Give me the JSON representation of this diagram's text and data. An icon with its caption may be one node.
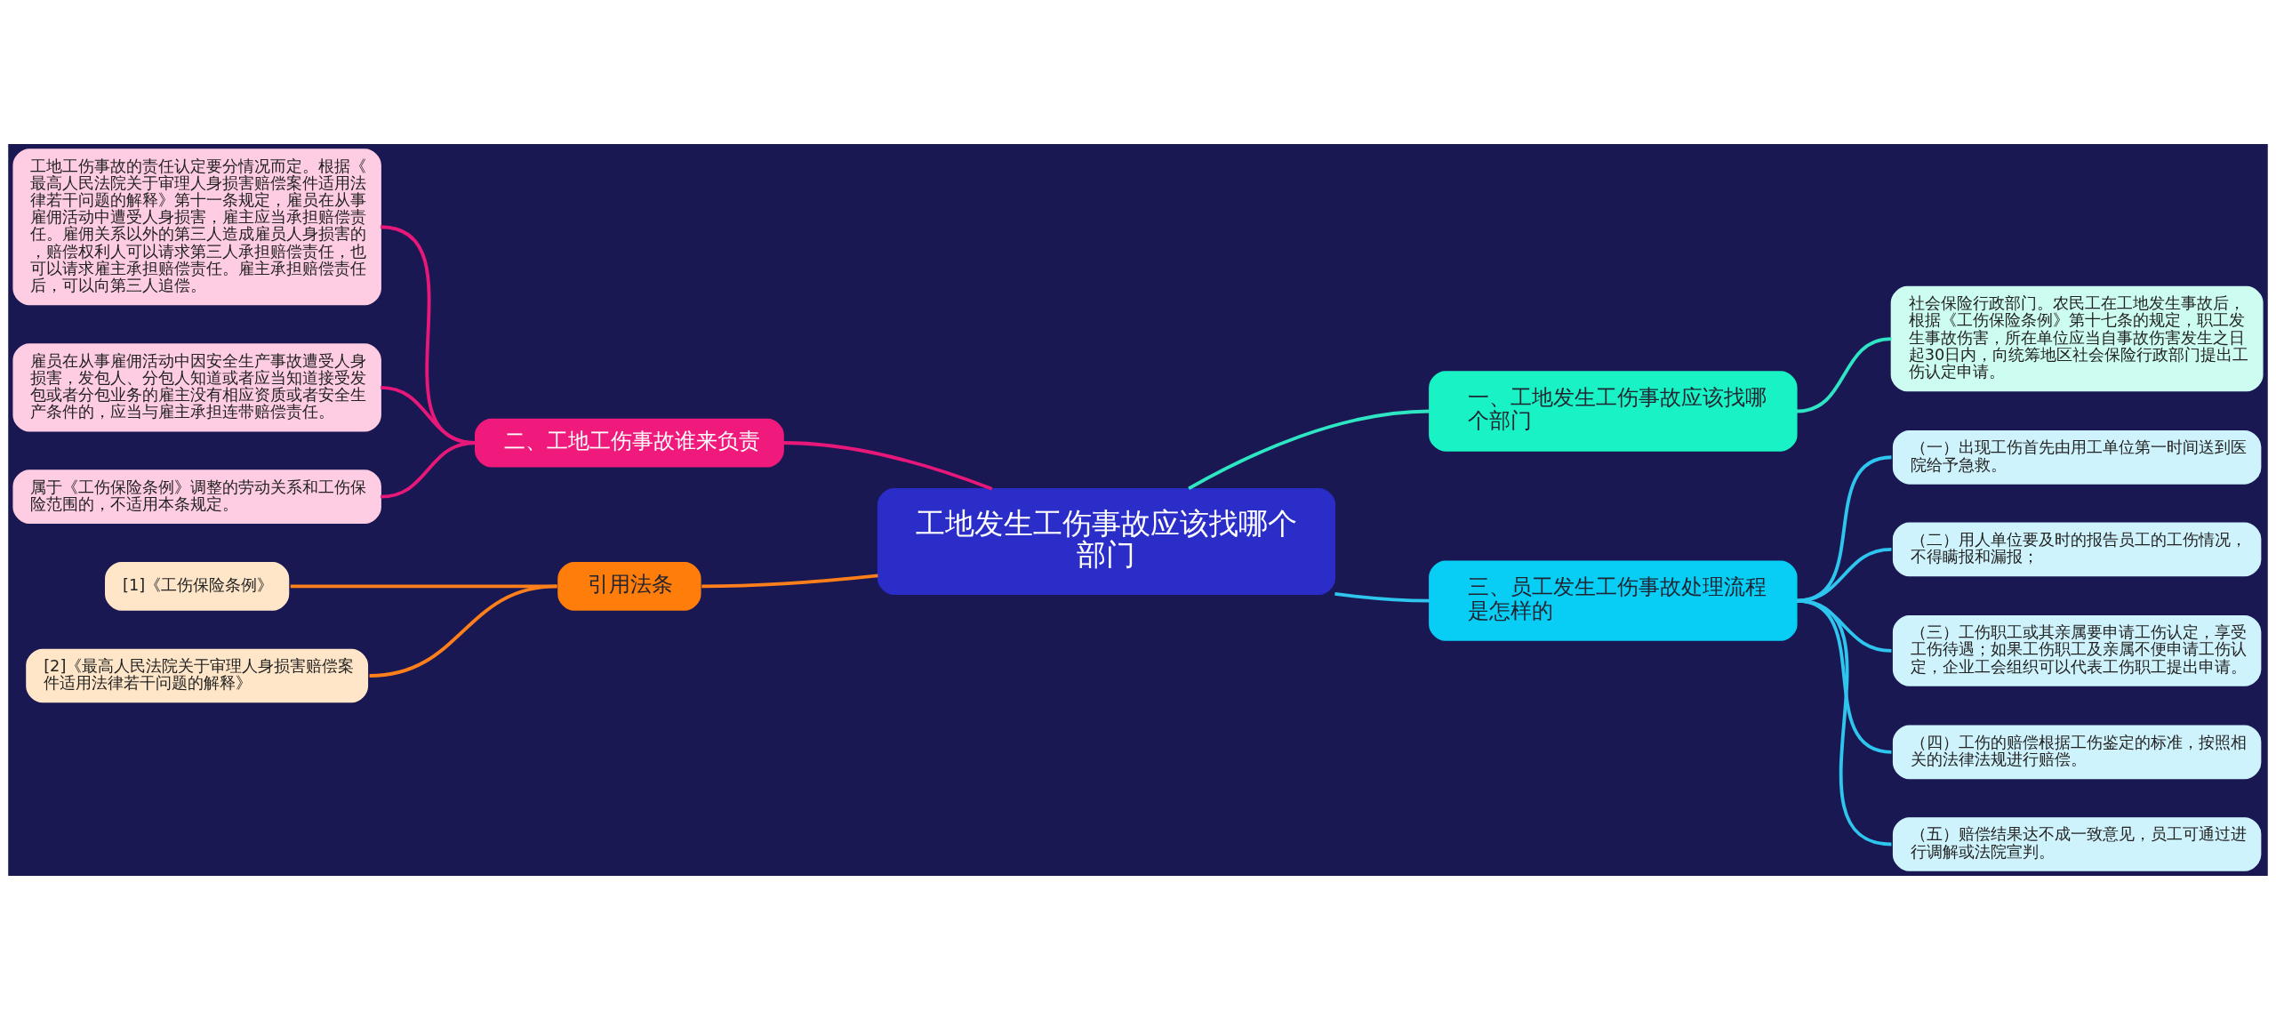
{
  "diagram": {
    "nodes": [
      {
        "text": [
          "工地发生工伤事故应该找哪个部门"
        ]
      },
      {
        "text": [
          "一、工地发生工伤事故应该找哪个部门"
        ]
      },
      {
        "text": [
          "社会保险行政部门。农民工在工地发生事故后，根据《工伤保险条例》第十七条的规定，职工发生事故伤害，所在单位应当自事故伤害发生之日起30日内，向统筹地区社会保险行政部门提出工伤认定申请。"
        ]
      },
      {
        "text": [
          "二、工地工伤事故谁来负责"
        ]
      },
      {
        "text": [
          "工地工伤事故的责任认定要分情况而定。根据《最高人民法院关于审理人身损害赔偿案件适用法律若干问题的解释》第十一条规定，雇员在从事雇佣活动中遭受人身损害，雇主应当承担赔偿责任。雇佣关系以外的第三人造成雇员人身损害的，赔偿权利人可以请求第三人承担赔偿责任，也可以请求雇主承担赔偿责任。雇主承担赔偿责任后，可以向第三人追偿。"
        ]
      },
      {
        "text": [
          "雇员在从事雇佣活动中因安全生产事故遭受人身损害，发包人、分包人知道或者应当知道接受发包或者分包业务的雇主没有相应资质或者安全生产条件的，应当与雇主承担连带赔偿责任。"
        ]
      },
      {
        "text": [
          "属于《工伤保险条例》调整的劳动关系和工伤保险范围的，不适用本条规定。"
        ]
      },
      {
        "text": [
          "三、员工发生工伤事故处理流程是怎样的"
        ]
      },
      {
        "text": [
          "（一）出现工伤首先由用工单位第一时间送到医院给予急救。"
        ]
      },
      {
        "text": [
          "（二）用人单位要及时的报告员工的工伤情况，不得瞒报和漏报；"
        ]
      },
      {
        "text": [
          "（三）工伤职工或其亲属要申请工伤认定，享受工伤待遇；如果工伤职工及亲属不便申请工伤认定，企业工会组织可以代表工伤职工提出申请。"
        ]
      },
      {
        "text": [
          "（四）工伤的赔偿根据工伤鉴定的标准，按照相关的法律法规进行赔偿。"
        ]
      },
      {
        "text": [
          "（五）赔偿结果达不成一致意见，员工可通过进行调解或法院宣判。"
        ]
      },
      {
        "text": [
          "引用法条"
        ]
      },
      {
        "text": [
          "[1]《工伤保险条例》"
        ]
      },
      {
        "text": [
          "[2]《最高人民法院关于审理人身损害赔偿案件适用法律若干问题的解释》"
        ]
      }
    ],
    "edges": [
      {
        "from": 0,
        "to": 1,
        "arrow": "none",
        "color": "#2ee6c3"
      },
      {
        "from": 1,
        "to": 2,
        "arrow": "none",
        "color": "#2ee6c3"
      },
      {
        "from": 0,
        "to": 3,
        "arrow": "none",
        "color": "#e8187a"
      },
      {
        "from": 3,
        "to": 4,
        "arrow": "none",
        "color": "#e8187a"
      },
      {
        "from": 3,
        "to": 5,
        "arrow": "none",
        "color": "#e8187a"
      },
      {
        "from": 3,
        "to": 6,
        "arrow": "none",
        "color": "#e8187a"
      },
      {
        "from": 0,
        "to": 7,
        "arrow": "none"
      },
      {
        "from": 7,
        "to": 8,
        "arrow": "none"
      },
      {
        "from": 7,
        "to": 9,
        "arrow": "none"
      },
      {
        "from": 7,
        "to": 10,
        "arrow": "none"
      },
      {
        "from": 7,
        "to": 11,
        "arrow": "none"
      },
      {
        "from": 7,
        "to": 12,
        "arrow": "none"
      },
      {
        "from": 0,
        "to": 13,
        "arrow": "none",
        "color": "#ff7f1a"
      },
      {
        "from": 13,
        "to": 14,
        "arrow": "none",
        "color": "#ff7f1a"
      },
      {
        "from": 13,
        "to": 15,
        "arrow": "none",
        "color": "#ff7f1a"
      }
    ]
  }
}
